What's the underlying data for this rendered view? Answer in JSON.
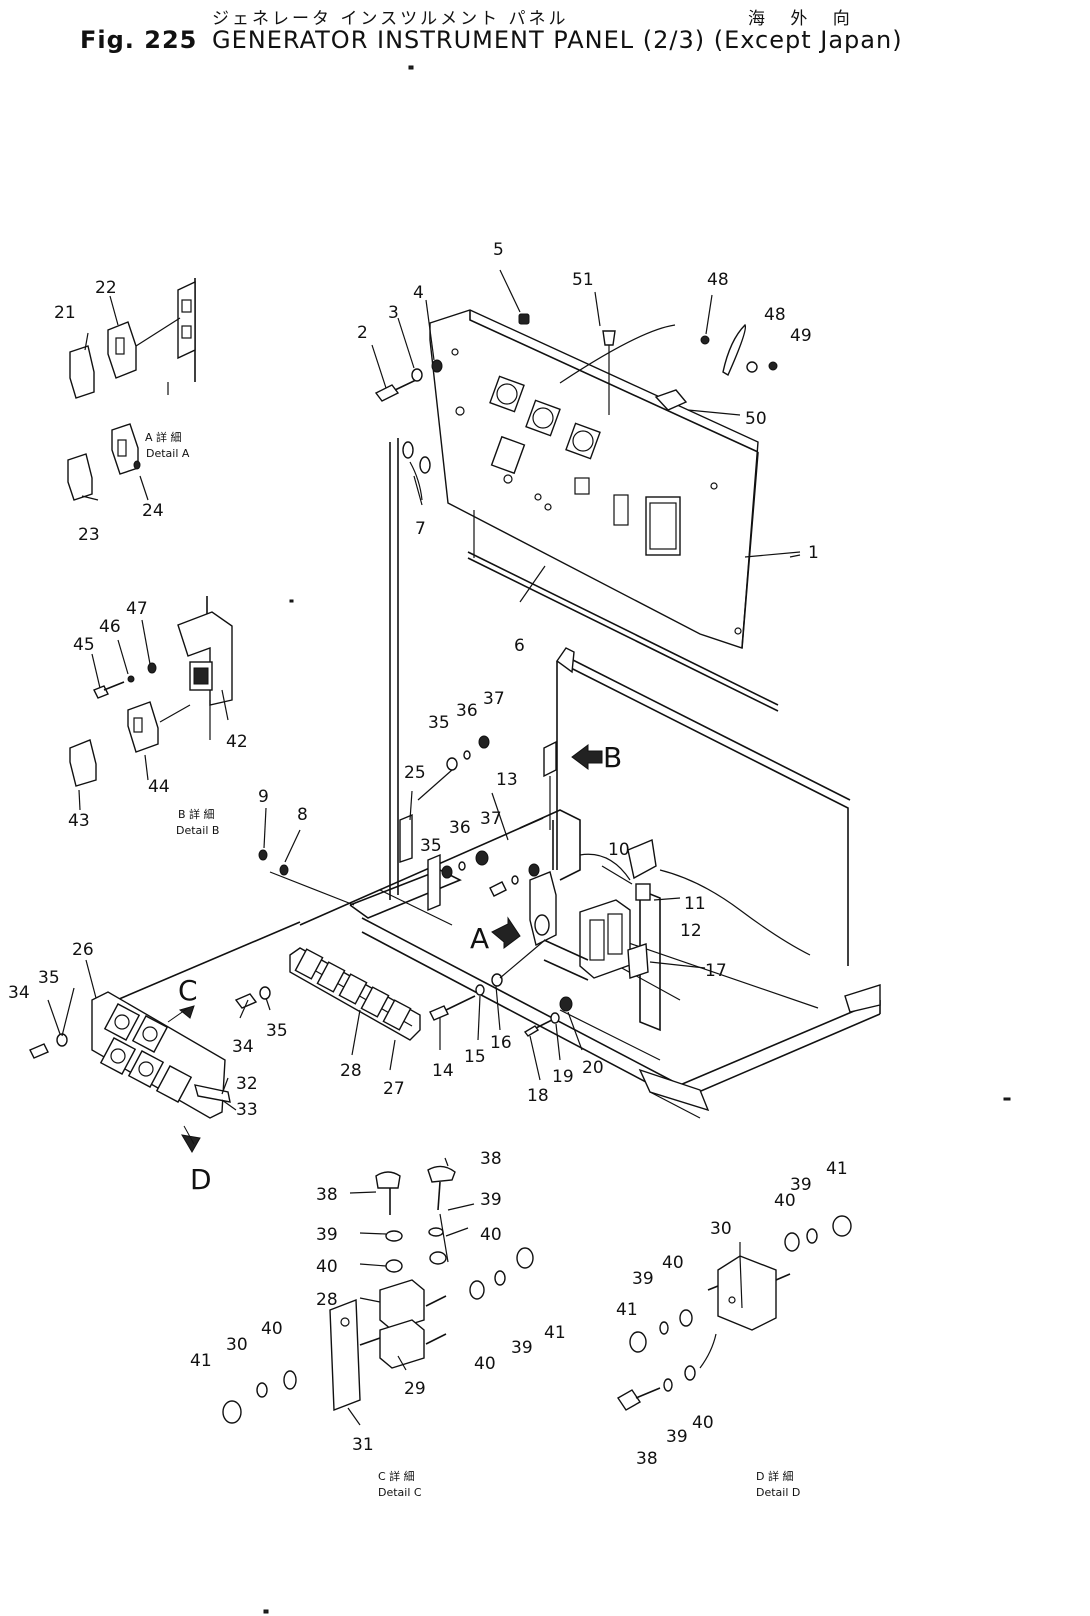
{
  "header": {
    "japanese_title": "ジェネレータ インスツルメント パネル",
    "japanese_region": "海 外 向",
    "figure_label": "Fig. 225",
    "figure_title": "GENERATOR INSTRUMENT PANEL (2/3) (Except Japan)"
  },
  "details": {
    "A": {
      "jp": "A 詳 細",
      "caption": "Detail A"
    },
    "B": {
      "jp": "B 詳 細",
      "caption": "Detail B"
    },
    "C": {
      "jp": "C 詳 細",
      "caption": "Detail C"
    },
    "D": {
      "jp": "D 詳 細",
      "caption": "Detail D"
    }
  },
  "view_arrows": [
    "A",
    "B",
    "C",
    "D"
  ],
  "part_numbers": {
    "p1": "1",
    "p2": "2",
    "p3": "3",
    "p4": "4",
    "p5": "5",
    "p6": "6",
    "p7": "7",
    "p8": "8",
    "p9": "9",
    "p10": "10",
    "p11": "11",
    "p12": "12",
    "p13": "13",
    "p14": "14",
    "p15": "15",
    "p16": "16",
    "p17": "17",
    "p18": "18",
    "p19": "19",
    "p20": "20",
    "p21": "21",
    "p22": "22",
    "p23": "23",
    "p24": "24",
    "p25": "25",
    "p26": "26",
    "p27": "27",
    "p28": "28",
    "p32": "32",
    "p33": "33",
    "p34": "34",
    "p35": "35",
    "p36": "36",
    "p37": "37",
    "p42": "42",
    "p43": "43",
    "p44": "44",
    "p45": "45",
    "p46": "46",
    "p47": "47",
    "p48": "48",
    "p49": "49",
    "p50": "50",
    "p51": "51",
    "c28": "28",
    "c29": "29",
    "c30": "30",
    "c31": "31",
    "c38": "38",
    "c39": "39",
    "c40": "40",
    "c41": "41",
    "d30": "30",
    "d38": "38",
    "d39": "39",
    "d40": "40",
    "d41": "41"
  }
}
